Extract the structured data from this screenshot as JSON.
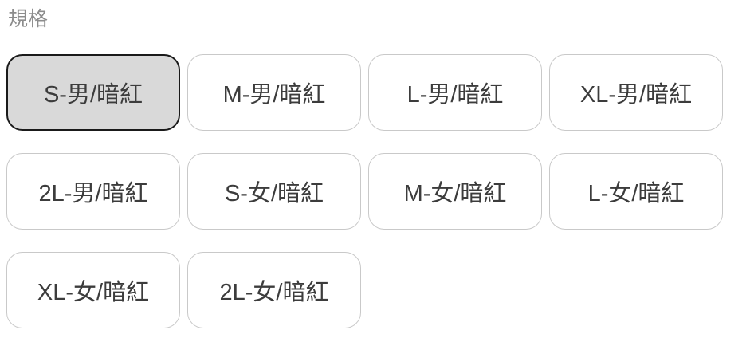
{
  "spec": {
    "label": "規格",
    "colors": {
      "selected_bg": "#d9d9d9",
      "selected_border": "#1a1a1a",
      "unselected_bg": "#ffffff",
      "unselected_border": "#c9c9c9",
      "text": "#3c3c3c",
      "label_text": "#8c8c8c"
    },
    "options": [
      {
        "label": "S-男/暗紅",
        "selected": true
      },
      {
        "label": "M-男/暗紅",
        "selected": false
      },
      {
        "label": "L-男/暗紅",
        "selected": false
      },
      {
        "label": "XL-男/暗紅",
        "selected": false
      },
      {
        "label": "2L-男/暗紅",
        "selected": false
      },
      {
        "label": "S-女/暗紅",
        "selected": false
      },
      {
        "label": "M-女/暗紅",
        "selected": false
      },
      {
        "label": "L-女/暗紅",
        "selected": false
      },
      {
        "label": "XL-女/暗紅",
        "selected": false
      },
      {
        "label": "2L-女/暗紅",
        "selected": false
      }
    ]
  }
}
